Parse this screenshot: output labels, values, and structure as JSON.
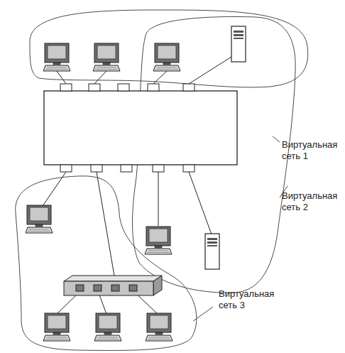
{
  "diagram": {
    "labels": [
      "Виртуальная сеть 1",
      "Виртуальная сеть 2",
      "Виртуальная сеть 3"
    ]
  }
}
